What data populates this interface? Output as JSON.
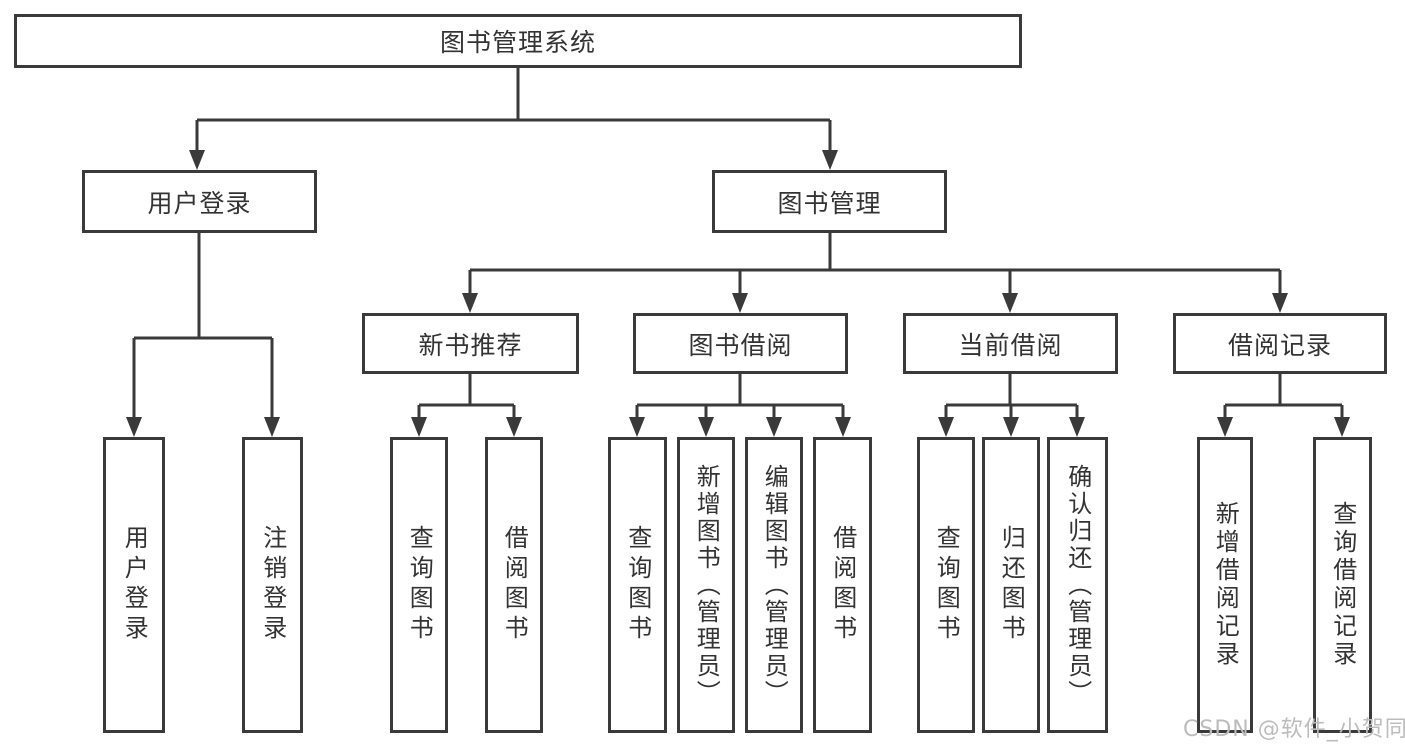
{
  "diagram": {
    "root": {
      "label": "图书管理系统"
    },
    "level2": [
      {
        "label": "用户登录"
      },
      {
        "label": "图书管理"
      }
    ],
    "login_children": [
      {
        "label": "用户登录"
      },
      {
        "label": "注销登录"
      }
    ],
    "level3": [
      {
        "label": "新书推荐"
      },
      {
        "label": "图书借阅"
      },
      {
        "label": "当前借阅"
      },
      {
        "label": "借阅记录"
      }
    ],
    "recommend_children": [
      {
        "label": "查询图书"
      },
      {
        "label": "借阅图书"
      }
    ],
    "borrow_children": [
      {
        "label": "查询图书"
      },
      {
        "label": "新增图书（管理员）"
      },
      {
        "label": "编辑图书（管理员）"
      },
      {
        "label": "借阅图书"
      }
    ],
    "current_children": [
      {
        "label": "查询图书"
      },
      {
        "label": "归还图书"
      },
      {
        "label": "确认归还（管理员）"
      }
    ],
    "record_children": [
      {
        "label": "新增借阅记录"
      },
      {
        "label": "查询借阅记录"
      }
    ]
  },
  "watermark": {
    "text": "CSDN @软件_小贺同学"
  },
  "colors": {
    "line": "#3a3a3a",
    "text": "#333333",
    "watermark": "#bcbcbc",
    "background": "#ffffff"
  }
}
